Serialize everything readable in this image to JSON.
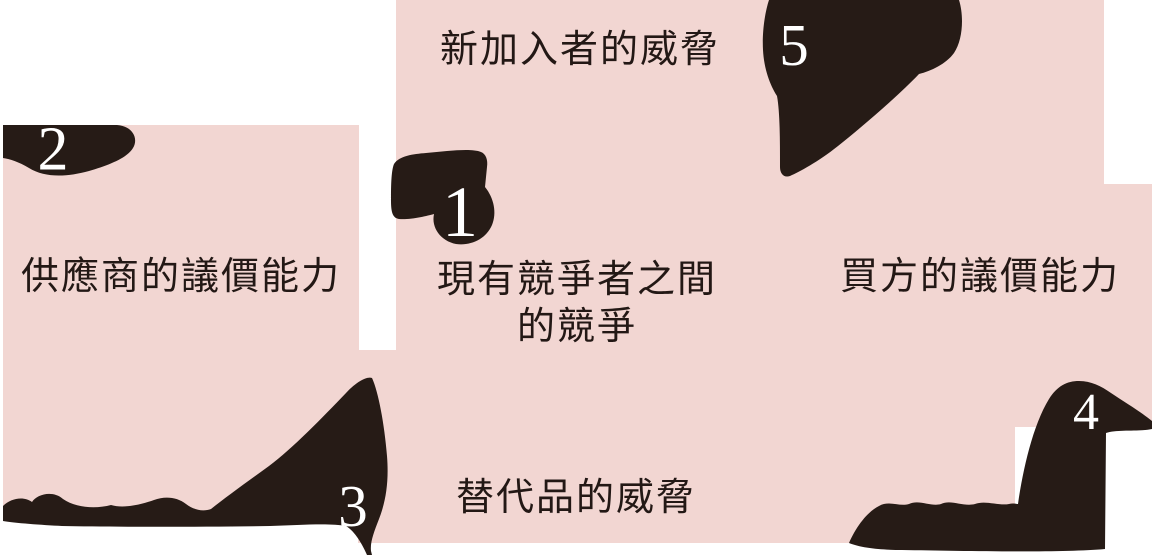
{
  "diagram_title": "five-forces-diagram",
  "colors": {
    "panel_pink": "#f2d6d2",
    "brush_black": "#261b16",
    "label_ink": "#231815",
    "numeral_white": "#ffffff",
    "background": "#ffffff"
  },
  "forces": [
    {
      "key": "rivalry",
      "number": "1",
      "label_line1": "現有競爭者之間",
      "label_line2": "的競爭"
    },
    {
      "key": "suppliers",
      "number": "2",
      "label": "供應商的議價能力"
    },
    {
      "key": "substitutes",
      "number": "3",
      "label": "替代品的威脅"
    },
    {
      "key": "buyers",
      "number": "4",
      "label": "買方的議價能力"
    },
    {
      "key": "new_entrants",
      "number": "5",
      "label": "新加入者的威脅"
    }
  ]
}
